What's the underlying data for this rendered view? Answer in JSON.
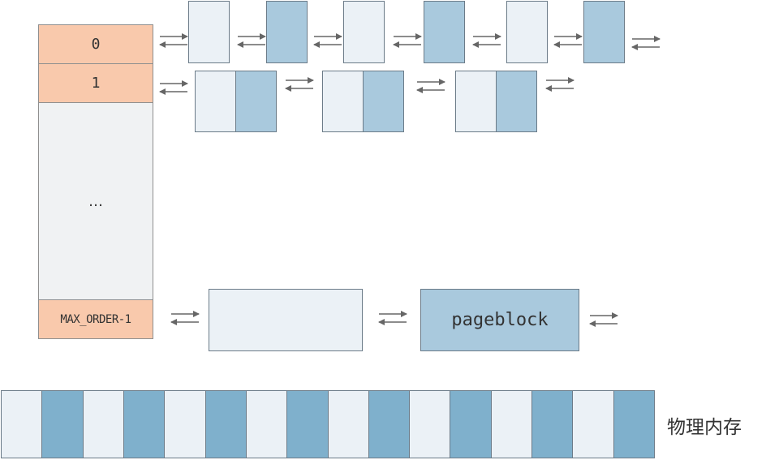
{
  "free_area": {
    "row0_label": "0",
    "row1_label": "1",
    "ellipsis_label": "…",
    "last_label": "MAX_ORDER-1"
  },
  "pageblock_label": "pageblock",
  "memory_label": "物理内存",
  "colors": {
    "order_cell": "#f9c9ac",
    "block_light": "#ebf1f6",
    "block_dark": "#a9c9dd",
    "memory_dark": "#7fb0cc",
    "arrow": "#666666"
  }
}
